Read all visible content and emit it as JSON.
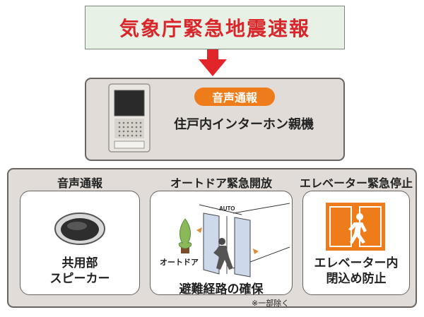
{
  "banner": {
    "title": "気象庁緊急地震速報"
  },
  "indoor_unit": {
    "badge": "音声通報",
    "label": "住戸内インターホン親機"
  },
  "columns": [
    {
      "title": "音声通報",
      "lines": [
        "共用部",
        "スピーカー"
      ]
    },
    {
      "title": "オートドア緊急開放",
      "caption": "避難経路の確保",
      "door_label": "オートドア",
      "door_sign": "AUTO"
    },
    {
      "title": "エレベーター緊急停止",
      "lines": [
        "エレベーター内",
        "閉込め防止"
      ]
    }
  ],
  "footnote": "※一部除く",
  "colors": {
    "title_red": "#d9262b",
    "badge_orange": "#ef7c1b",
    "box_bg": "#e1dcd7",
    "banner_bg": "#e8f1e6"
  }
}
